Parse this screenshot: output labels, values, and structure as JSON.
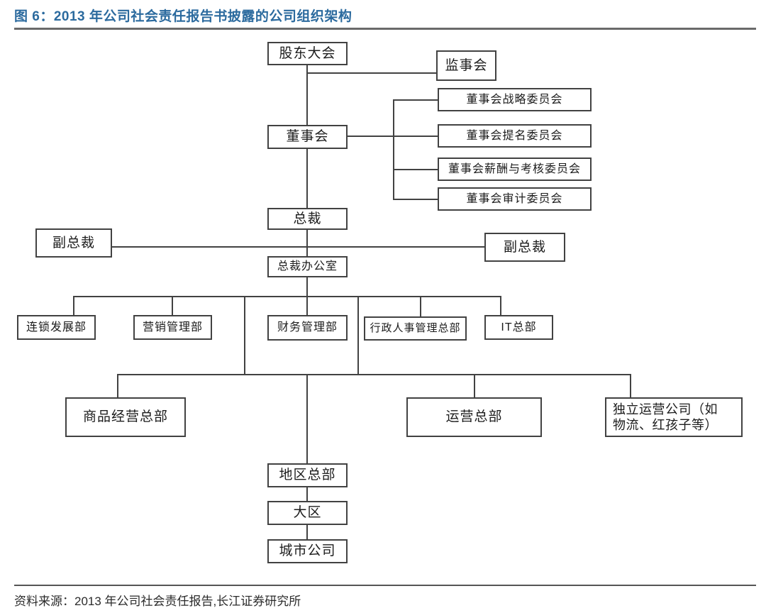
{
  "figure": {
    "title": "图 6：2013 年公司社会责任报告书披露的公司组织架构",
    "source": "资料来源：2013 年公司社会责任报告,长江证券研究所"
  },
  "org_chart": {
    "type": "org-tree",
    "nodes": {
      "shareholders": "股东大会",
      "supervisory": "监事会",
      "board": "董事会",
      "strategy_committee": "董事会战略委员会",
      "nomination_committee": "董事会提名委员会",
      "compensation_committee": "董事会薪酬与考核委员会",
      "audit_committee": "董事会审计委员会",
      "president": "总裁",
      "vp_left": "副总裁",
      "vp_right": "副总裁",
      "president_office": "总裁办公室",
      "chain_development": "连锁发展部",
      "marketing": "营销管理部",
      "finance": "财务管理部",
      "admin_hr": "行政人事管理总部",
      "it": "IT总部",
      "merchandise_hq": "商品经营总部",
      "operations_hq": "运营总部",
      "independent_companies": "独立运营公司（如\n物流、红孩子等）",
      "regional_hq": "地区总部",
      "district": "大区",
      "city_company": "城市公司"
    },
    "edges": [
      "股东大会->监事会",
      "股东大会->董事会",
      "董事会->董事会战略委员会",
      "董事会->董事会提名委员会",
      "董事会->董事会薪酬与考核委员会",
      "董事会->董事会审计委员会",
      "董事会->总裁",
      "总裁->副总裁(左)",
      "总裁->副总裁(右)",
      "总裁->总裁办公室",
      "总裁办公室->连锁发展部",
      "总裁办公室->营销管理部",
      "总裁办公室->财务管理部",
      "总裁办公室->行政人事管理总部",
      "总裁办公室->IT总部",
      "总裁办公室->商品经营总部",
      "总裁办公室->运营总部",
      "总裁办公室->独立运营公司（如物流、红孩子等）",
      "总裁办公室->地区总部",
      "地区总部->大区",
      "大区->城市公司"
    ]
  },
  "colors": {
    "title": "#2b6a9e",
    "line": "#424242",
    "text": "#1c1c1c"
  }
}
